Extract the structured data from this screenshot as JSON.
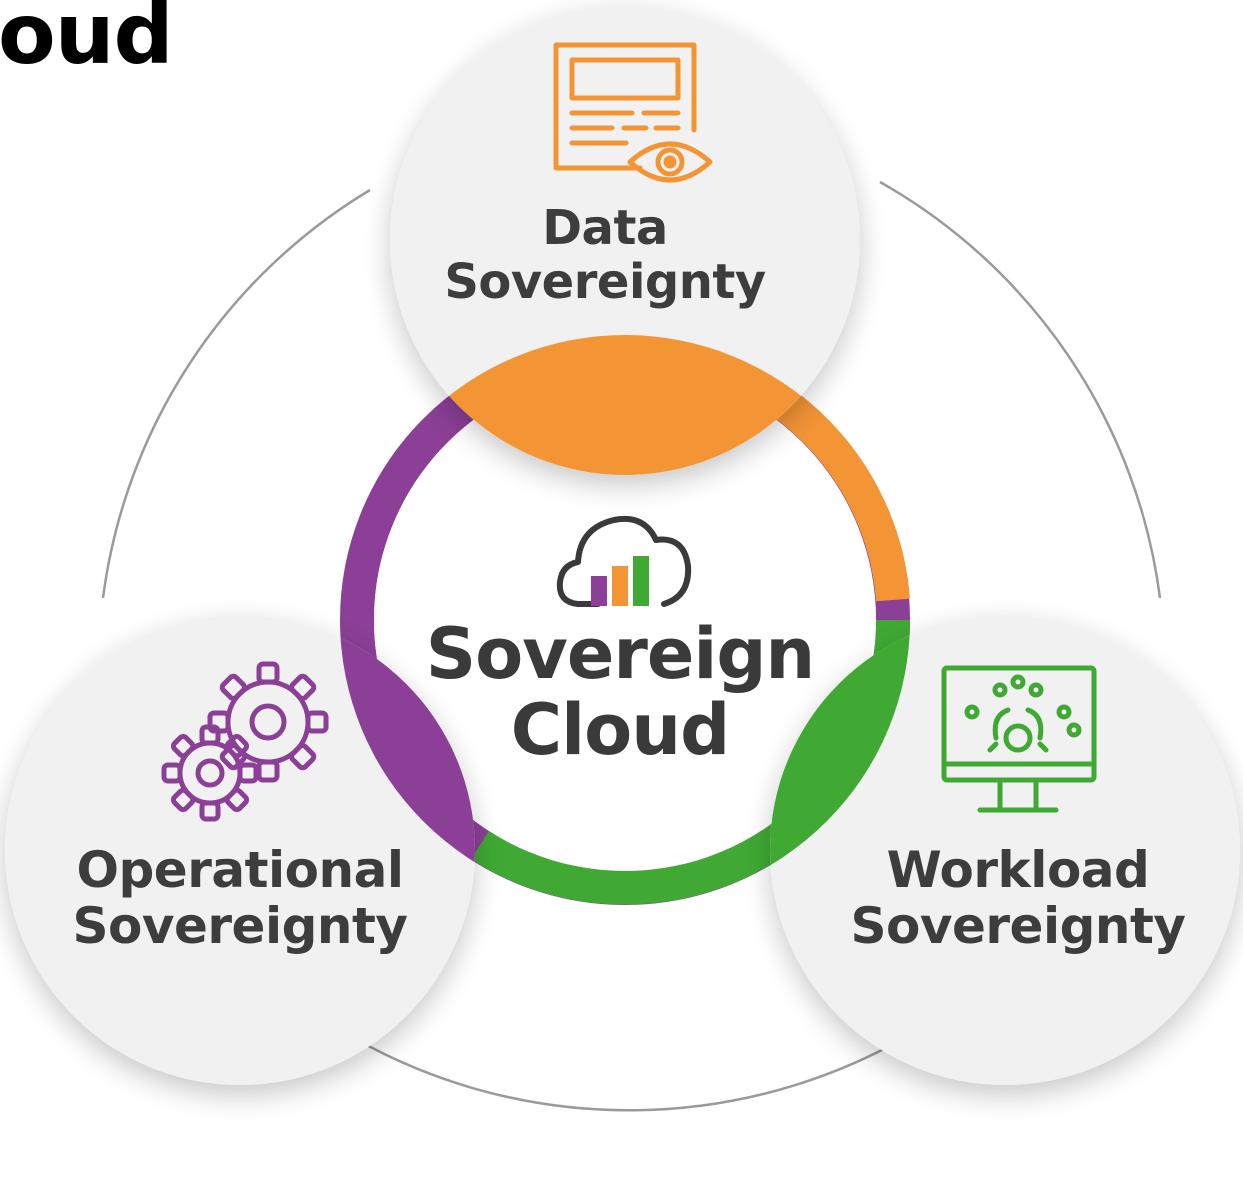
{
  "heading_fragment": "oud",
  "center": {
    "line1": "Sovereign",
    "line2": "Cloud",
    "icon": "cloud-bar-chart-icon"
  },
  "pillars": {
    "data": {
      "line1": "Data",
      "line2": "Sovereignty",
      "icon": "document-eye-icon",
      "color": "#f39435"
    },
    "operational": {
      "line1": "Operational",
      "line2": "Sovereignty",
      "icon": "gears-icon",
      "color": "#8b3f96"
    },
    "workload": {
      "line1": "Workload",
      "line2": "Sovereignty",
      "icon": "monitor-gear-icon",
      "color": "#3fa933"
    }
  },
  "colors": {
    "text": "#3d3d3d",
    "circle_fill": "#f1f1f1",
    "outer_ring": "#9a9a9a"
  }
}
